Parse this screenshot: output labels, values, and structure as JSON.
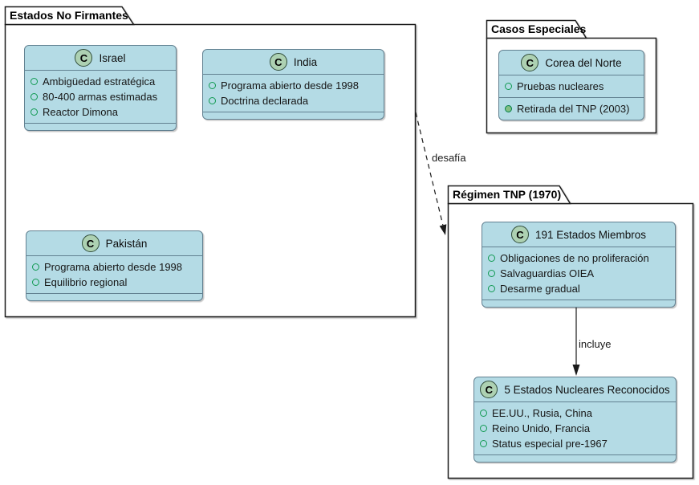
{
  "packages": {
    "non_signers": {
      "title": "Estados No Firmantes"
    },
    "special_cases": {
      "title": "Casos Especiales"
    },
    "tnp_regime": {
      "title": "Régimen TNP (1970)"
    }
  },
  "classes": {
    "israel": {
      "badge": "C",
      "name": "Israel",
      "members": [
        {
          "text": "Ambigüedad estratégica"
        },
        {
          "text": "80-400 armas estimadas"
        },
        {
          "text": "Reactor Dimona"
        }
      ]
    },
    "india": {
      "badge": "C",
      "name": "India",
      "members": [
        {
          "text": "Programa abierto desde 1998"
        },
        {
          "text": "Doctrina declarada"
        }
      ]
    },
    "pakistan": {
      "badge": "C",
      "name": "Pakistán",
      "members": [
        {
          "text": "Programa abierto desde 1998"
        },
        {
          "text": "Equilibrio regional"
        }
      ]
    },
    "north_korea": {
      "badge": "C",
      "name": "Corea del Norte",
      "fields": [
        {
          "text": "Pruebas nucleares"
        }
      ],
      "methods": [
        {
          "text": "Retirada del TNP (2003)"
        }
      ]
    },
    "members191": {
      "badge": "C",
      "name": "191 Estados Miembros",
      "members": [
        {
          "text": "Obligaciones de no proliferación"
        },
        {
          "text": "Salvaguardias OIEA"
        },
        {
          "text": "Desarme gradual"
        }
      ]
    },
    "nuclear5": {
      "badge": "C",
      "name": "5 Estados Nucleares Reconocidos",
      "members": [
        {
          "text": "EE.UU., Rusia, China"
        },
        {
          "text": "Reino Unido, Francia"
        },
        {
          "text": "Status especial pre-1967"
        }
      ]
    }
  },
  "edges": {
    "desafia": {
      "label": "desafía",
      "style": "dashed",
      "from": "Estados No Firmantes",
      "to": "Régimen TNP (1970)"
    },
    "incluye": {
      "label": "incluye",
      "style": "solid",
      "from": "191 Estados Miembros",
      "to": "5 Estados Nucleares Reconocidos"
    }
  },
  "colors": {
    "class_fill": "#B4DBE5",
    "class_border": "#628191",
    "package_border": "#1b1b1b",
    "badge_fill": "#ADD1B2",
    "field_icon_green": "#119A52",
    "method_icon_fill": "#84BE84",
    "method_icon_border": "#038048"
  }
}
